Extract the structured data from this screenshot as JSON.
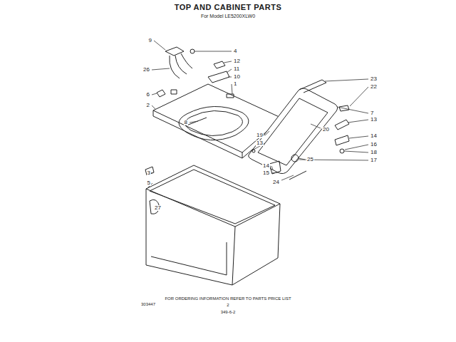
{
  "diagram": {
    "title": "TOP AND CABINET PARTS",
    "labels": [
      "For Model LE5200XLW0",
      "9",
      "26",
      "6",
      "2",
      "4",
      "12",
      "11",
      "10",
      "1",
      "8",
      "23",
      "22",
      "7",
      "13",
      "20",
      "19",
      "13",
      "14",
      "16",
      "18",
      "17",
      "14",
      "15",
      "25",
      "24",
      "3",
      "5",
      "27",
      "FOR ORDERING INFORMATION REFER TO PARTS PRICE LIST",
      "303447",
      "2",
      "349-6-2"
    ]
  }
}
